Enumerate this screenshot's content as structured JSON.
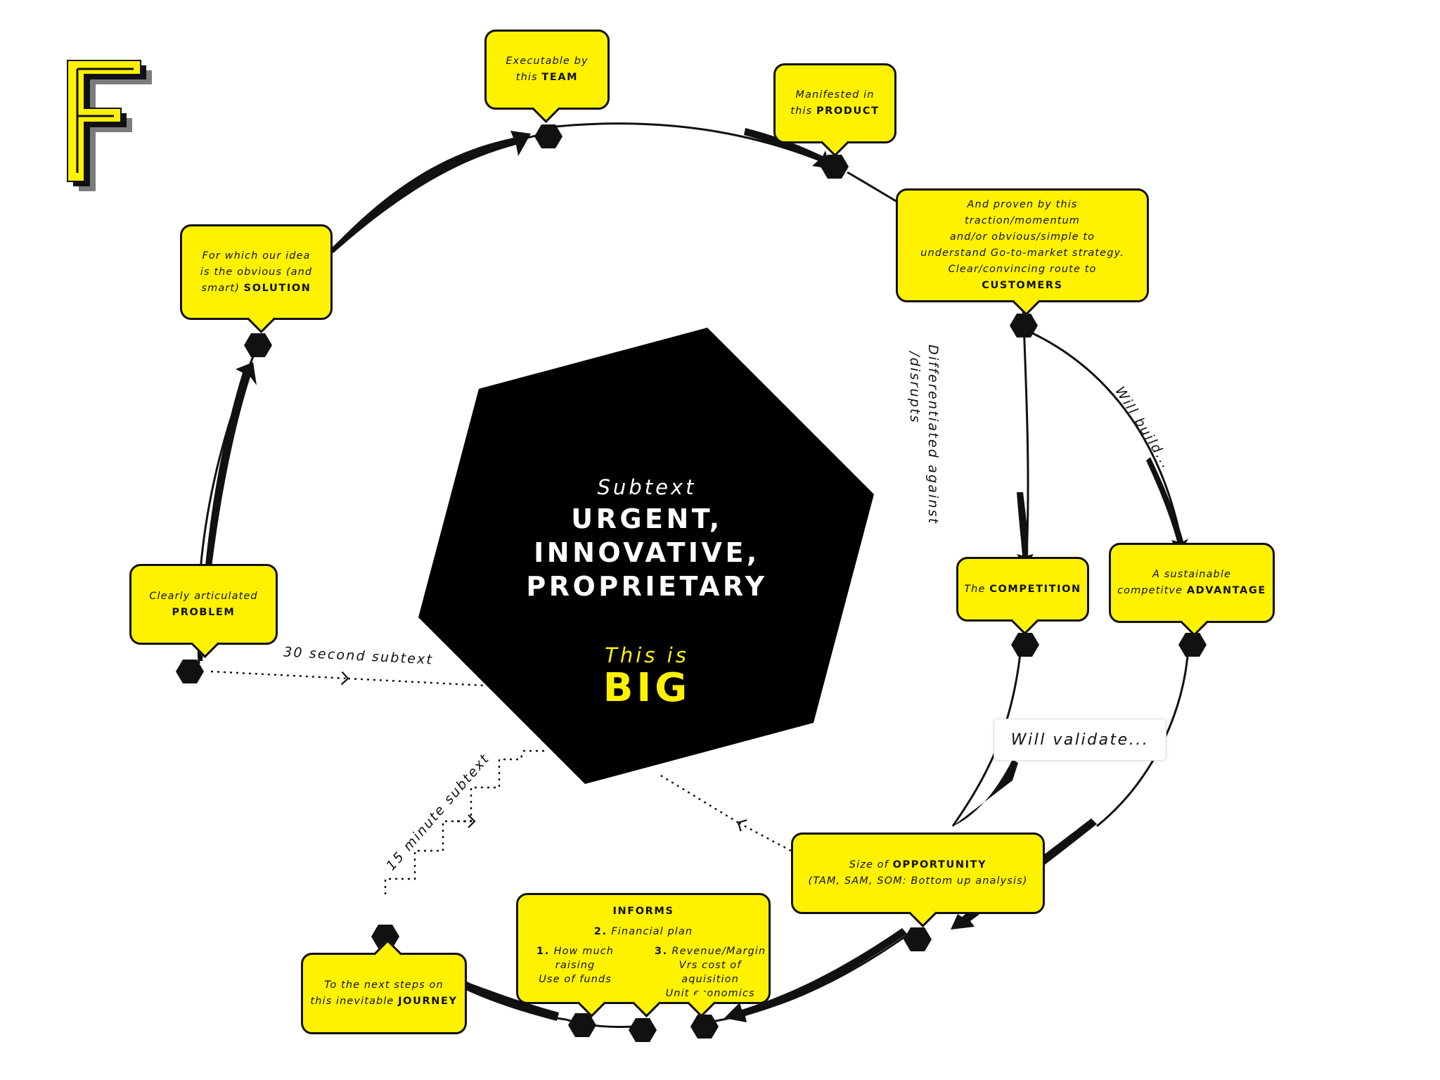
{
  "colors": {
    "accent": "#FFF200",
    "ink": "#111111",
    "background": "#FFFFFF"
  },
  "logo": {
    "letter": "F"
  },
  "center": {
    "subtext": "Subtext",
    "headline_line1": "URGENT, INNOVATIVE,",
    "headline_line2": "PROPRIETARY",
    "this_is": "This is",
    "big": "BIG"
  },
  "nodes": {
    "problem": {
      "pre": "Clearly articulated",
      "key": "PROBLEM"
    },
    "solution": {
      "l1": "For which our idea",
      "l2": "is the obvious (and",
      "l3": "smart)",
      "key": "SOLUTION"
    },
    "team": {
      "pre": "Executable by",
      "pre2": "this",
      "key": "TEAM"
    },
    "product": {
      "pre": "Manifested in",
      "pre2": "this",
      "key": "PRODUCT"
    },
    "customers": {
      "l1": "And proven by this traction/momentum",
      "l2": "and/or obvious/simple to",
      "l3": "understand Go-to-market strategy.",
      "l4": "Clear/convincing route to",
      "key": "CUSTOMERS"
    },
    "competition": {
      "pre": "The",
      "key": "COMPETITION"
    },
    "advantage": {
      "l1": "A sustainable",
      "l2": "competitve",
      "key": "ADVANTAGE"
    },
    "opportunity": {
      "pre": "Size of",
      "key": "OPPORTUNITY",
      "l2": "(TAM, SAM, SOM: Bottom up analysis)"
    },
    "informs": {
      "title": "INFORMS",
      "item2_num": "2.",
      "item2": "Financial plan",
      "item1_num": "1.",
      "item1_a": "How much raising",
      "item1_b": "Use of funds",
      "item3_num": "3.",
      "item3_a": "Revenue/Margin",
      "item3_b": "Vrs cost of aquisition",
      "item3_c": "Unit economics"
    },
    "journey": {
      "l1": "To the next steps on",
      "l2": "this inevitable",
      "key": "JOURNEY"
    }
  },
  "labels": {
    "differentiated_1": "Differentiated against",
    "differentiated_2": "/disrupts",
    "will_build": "Will build...",
    "will_validate": "Will validate...",
    "thirty_second": "30 second subtext",
    "fifteen_minute": "15 minute subtext"
  }
}
